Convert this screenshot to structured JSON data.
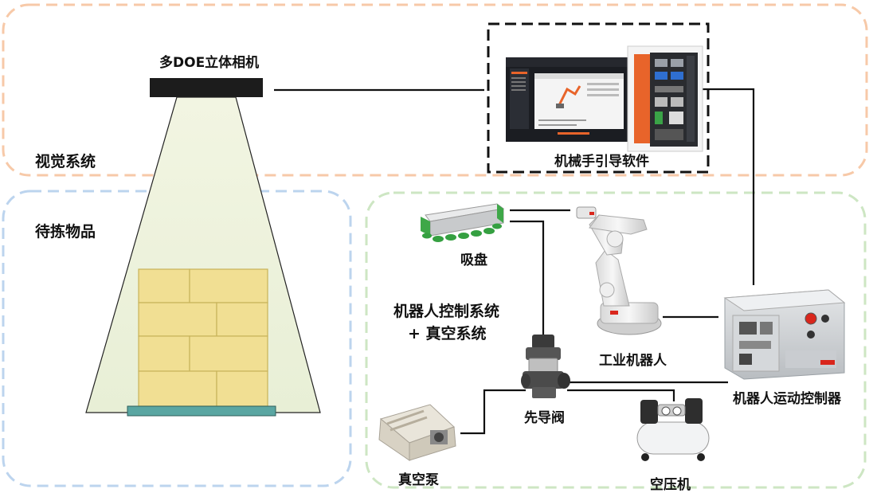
{
  "labels": {
    "camera": "多DOE立体相机",
    "vision_system": "视觉系统",
    "items_to_pick": "待拣物品",
    "software": "机械手引导软件",
    "suction_cup": "吸盘",
    "robot_control_line1": "机器人控制系统",
    "robot_control_line2": "+ 真空系统",
    "industrial_robot": "工业机器人",
    "pilot_valve": "先导阀",
    "motion_controller": "机器人运动控制器",
    "vacuum_pump": "真空泵",
    "air_compressor": "空压机"
  },
  "colors": {
    "vision_region": "#f7c9a8",
    "items_region": "#bcd4ee",
    "control_region": "#cde6c3",
    "light_cone": "#eef3df",
    "box": "#f1df93",
    "box_edge": "#c8b35a",
    "pallet": "#5aa6a2",
    "controller_accent": "#e8642a"
  }
}
